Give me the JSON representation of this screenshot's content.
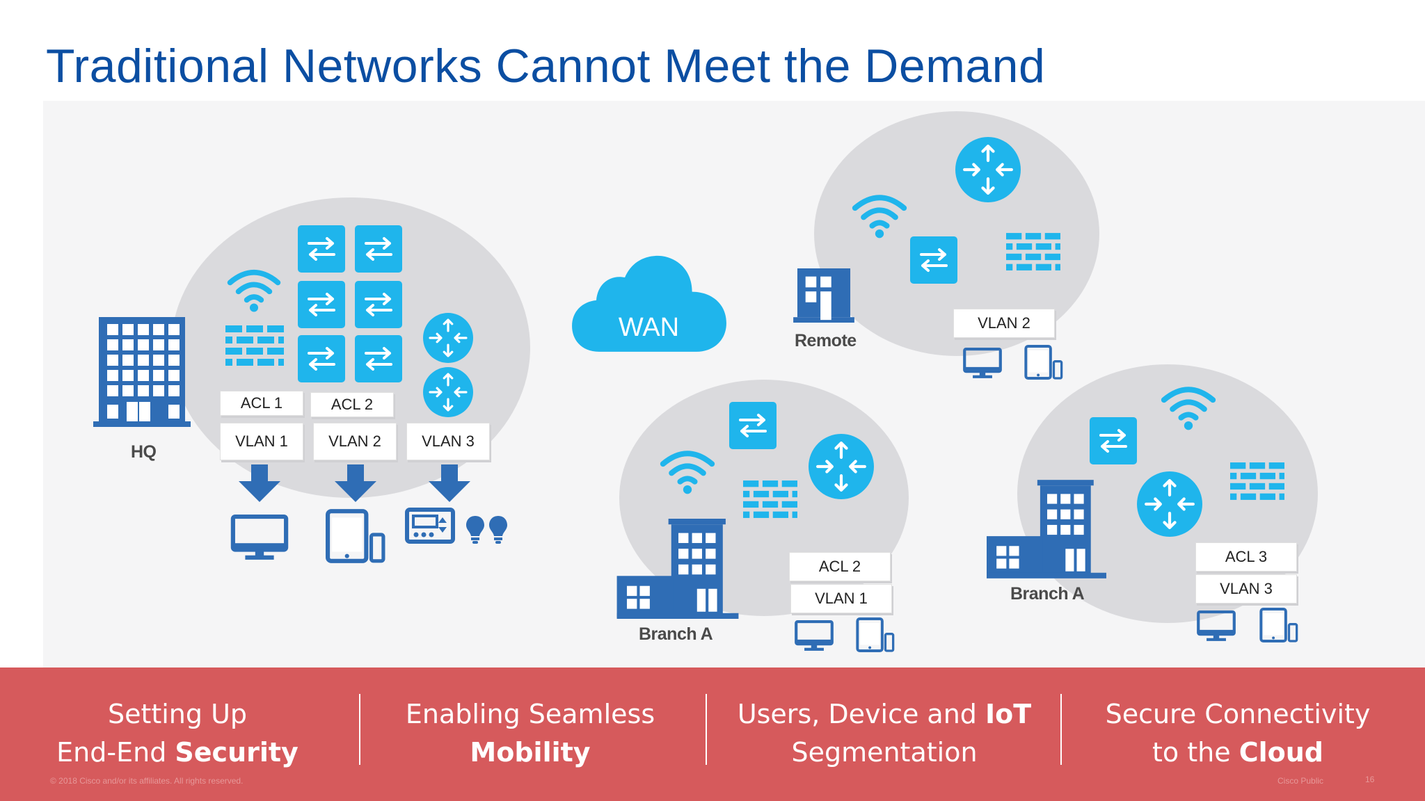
{
  "title": "Traditional Networks Cannot Meet the Demand",
  "diagram": {
    "wan_label": "WAN",
    "hq": {
      "label": "HQ",
      "acls": [
        "ACL 1",
        "ACL 2"
      ],
      "vlans": [
        "VLAN 1",
        "VLAN 2",
        "VLAN 3"
      ]
    },
    "remote": {
      "label": "Remote",
      "vlans": [
        "VLAN 2"
      ]
    },
    "branch_left": {
      "label": "Branch A",
      "acls": [
        "ACL 2"
      ],
      "vlans": [
        "VLAN 1"
      ]
    },
    "branch_right": {
      "label": "Branch A",
      "acls": [
        "ACL 3"
      ],
      "vlans": [
        "VLAN 3"
      ]
    }
  },
  "banner": {
    "items": [
      {
        "line1": "Setting Up",
        "line2_plain": "End-End ",
        "line2_bold": "Security"
      },
      {
        "line1": "Enabling Seamless",
        "line2_plain": "",
        "line2_bold": "Mobility"
      },
      {
        "line1_plain": "Users, Device and ",
        "line1_bold": "IoT",
        "line2_plain": "Segmentation"
      },
      {
        "line1": "Secure Connectivity",
        "line2_plain": "to the ",
        "line2_bold": "Cloud"
      }
    ]
  },
  "footer": {
    "copyright": "© 2018 Cisco and/or its affiliates. All rights reserved.",
    "classification": "Cisco Public",
    "page_number": "16"
  },
  "colors": {
    "title_blue": "#0b4ea2",
    "icon_cyan": "#1fb5ec",
    "building_blue": "#2f6db5",
    "banner_red": "#d65a5c",
    "bubble_gray": "#dadadd"
  }
}
